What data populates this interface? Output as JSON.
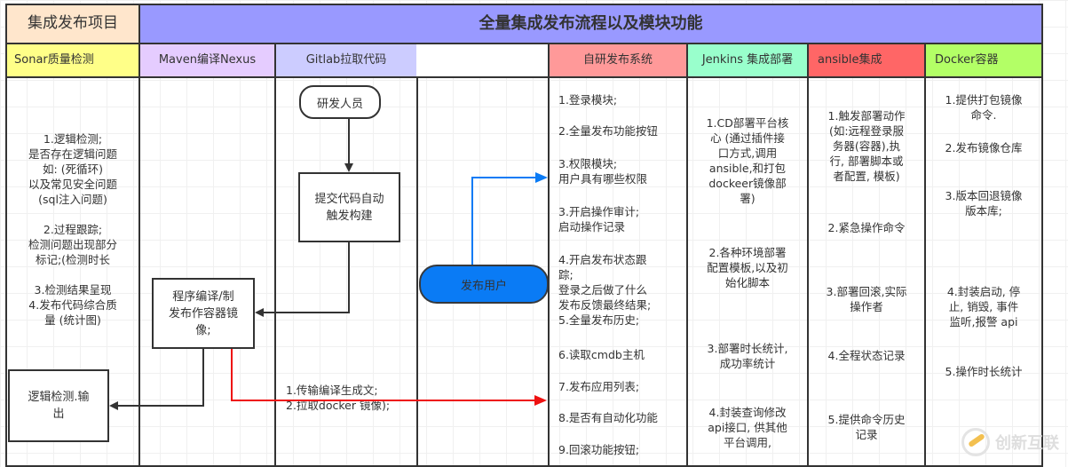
{
  "header": {
    "project_label": "集成发布项目",
    "title": "全量集成发布流程以及模块功能"
  },
  "columns": [
    {
      "id": "sonar",
      "label": "Sonar质量检测",
      "color": "#ffff88"
    },
    {
      "id": "maven",
      "label": "Maven编译Nexus",
      "color": "#e5ccff"
    },
    {
      "id": "gitlab",
      "label": "Gitlab拉取代码",
      "color": "#ccccff"
    },
    {
      "id": "blank",
      "label": "",
      "color": "#ffffff"
    },
    {
      "id": "selfdev",
      "label": "自研发布系统",
      "color": "#ff9999"
    },
    {
      "id": "jenkins",
      "label": "Jenkins 集成部署",
      "color": "#99ffcc"
    },
    {
      "id": "ansible",
      "label": "ansible集成",
      "color": "#ff6666"
    },
    {
      "id": "docker",
      "label": "Docker容器",
      "color": "#b3ff66"
    }
  ],
  "colors": {
    "header_project_bg": "#ffe6cc",
    "header_title_bg": "#9999ff",
    "border": "#333333",
    "blue_arrow": "#0a7bf5",
    "red_arrow": "#ee1111",
    "blue_node": "#0a7bf5"
  },
  "sonar": {
    "text": "1.逻辑检测;\n是否存在逻辑问题\n如: (死循环)\n以及常见安全问题\n(sql注入问题)\n\n2.过程跟踪;\n检测问题出现部分\n标记;(检测时长\n\n3.检测结果呈现\n4.发布代码综合质\n量 (统计图)",
    "output_box": "逻辑检测.输\n出"
  },
  "maven": {
    "build_box": "程序编译/制\n发布作容器镜\n像;"
  },
  "gitlab": {
    "developer_node": "研发人员",
    "commit_box": "提交代码自动\n触发构建",
    "transfer_note": "1.传输编译生成文;\n2.拉取docker 镜像);"
  },
  "blank_lane": {
    "release_user_node": "发布用户"
  },
  "selfdev": {
    "items": [
      "1.登录模块;",
      "2.全量发布功能按钮",
      "3.权限模块;\n  用户具有哪些权限",
      "3.开启操作审计;\n  启动操作记录",
      "4.开启发布状态跟\n踪;\n登录之后做了什么\n发布反馈最终结果;\n5.全量发布历史;",
      "6.读取cmdb主机",
      "7.发布应用列表;",
      "8.是否有自动化功能",
      "9.回滚功能按钮;"
    ]
  },
  "jenkins": {
    "items": [
      "1.CD部署平台核\n心 (通过插件接\n口方式,调用\nansible,和打包\ndockeer镜像部\n署)",
      "2.各种环境部署\n配置模板,以及初\n始化脚本",
      "3.部署时长统计,\n成功率统计",
      "4.封装查询修改\napi接口, 供其他\n平台调用,"
    ]
  },
  "ansible": {
    "items": [
      "1.触发部署动作\n(如:远程登录服\n务器(容器),执\n行, 部署脚本或\n者配置, 模板)",
      "2.紧急操作命令",
      "3.部署回滚,实际\n操作者",
      "4.全程状态记录",
      "5.提供命令历史\n记录"
    ]
  },
  "docker": {
    "items": [
      "1.提供打包镜像\n命令.",
      "2.发布镜像仓库",
      "3.版本回退镜像\n版本库;",
      "4.封装启动, 停\n止, 销毁, 事件\n监听,报警 api",
      "5.操作时长统计"
    ]
  },
  "watermark": {
    "text": "创新互联"
  }
}
